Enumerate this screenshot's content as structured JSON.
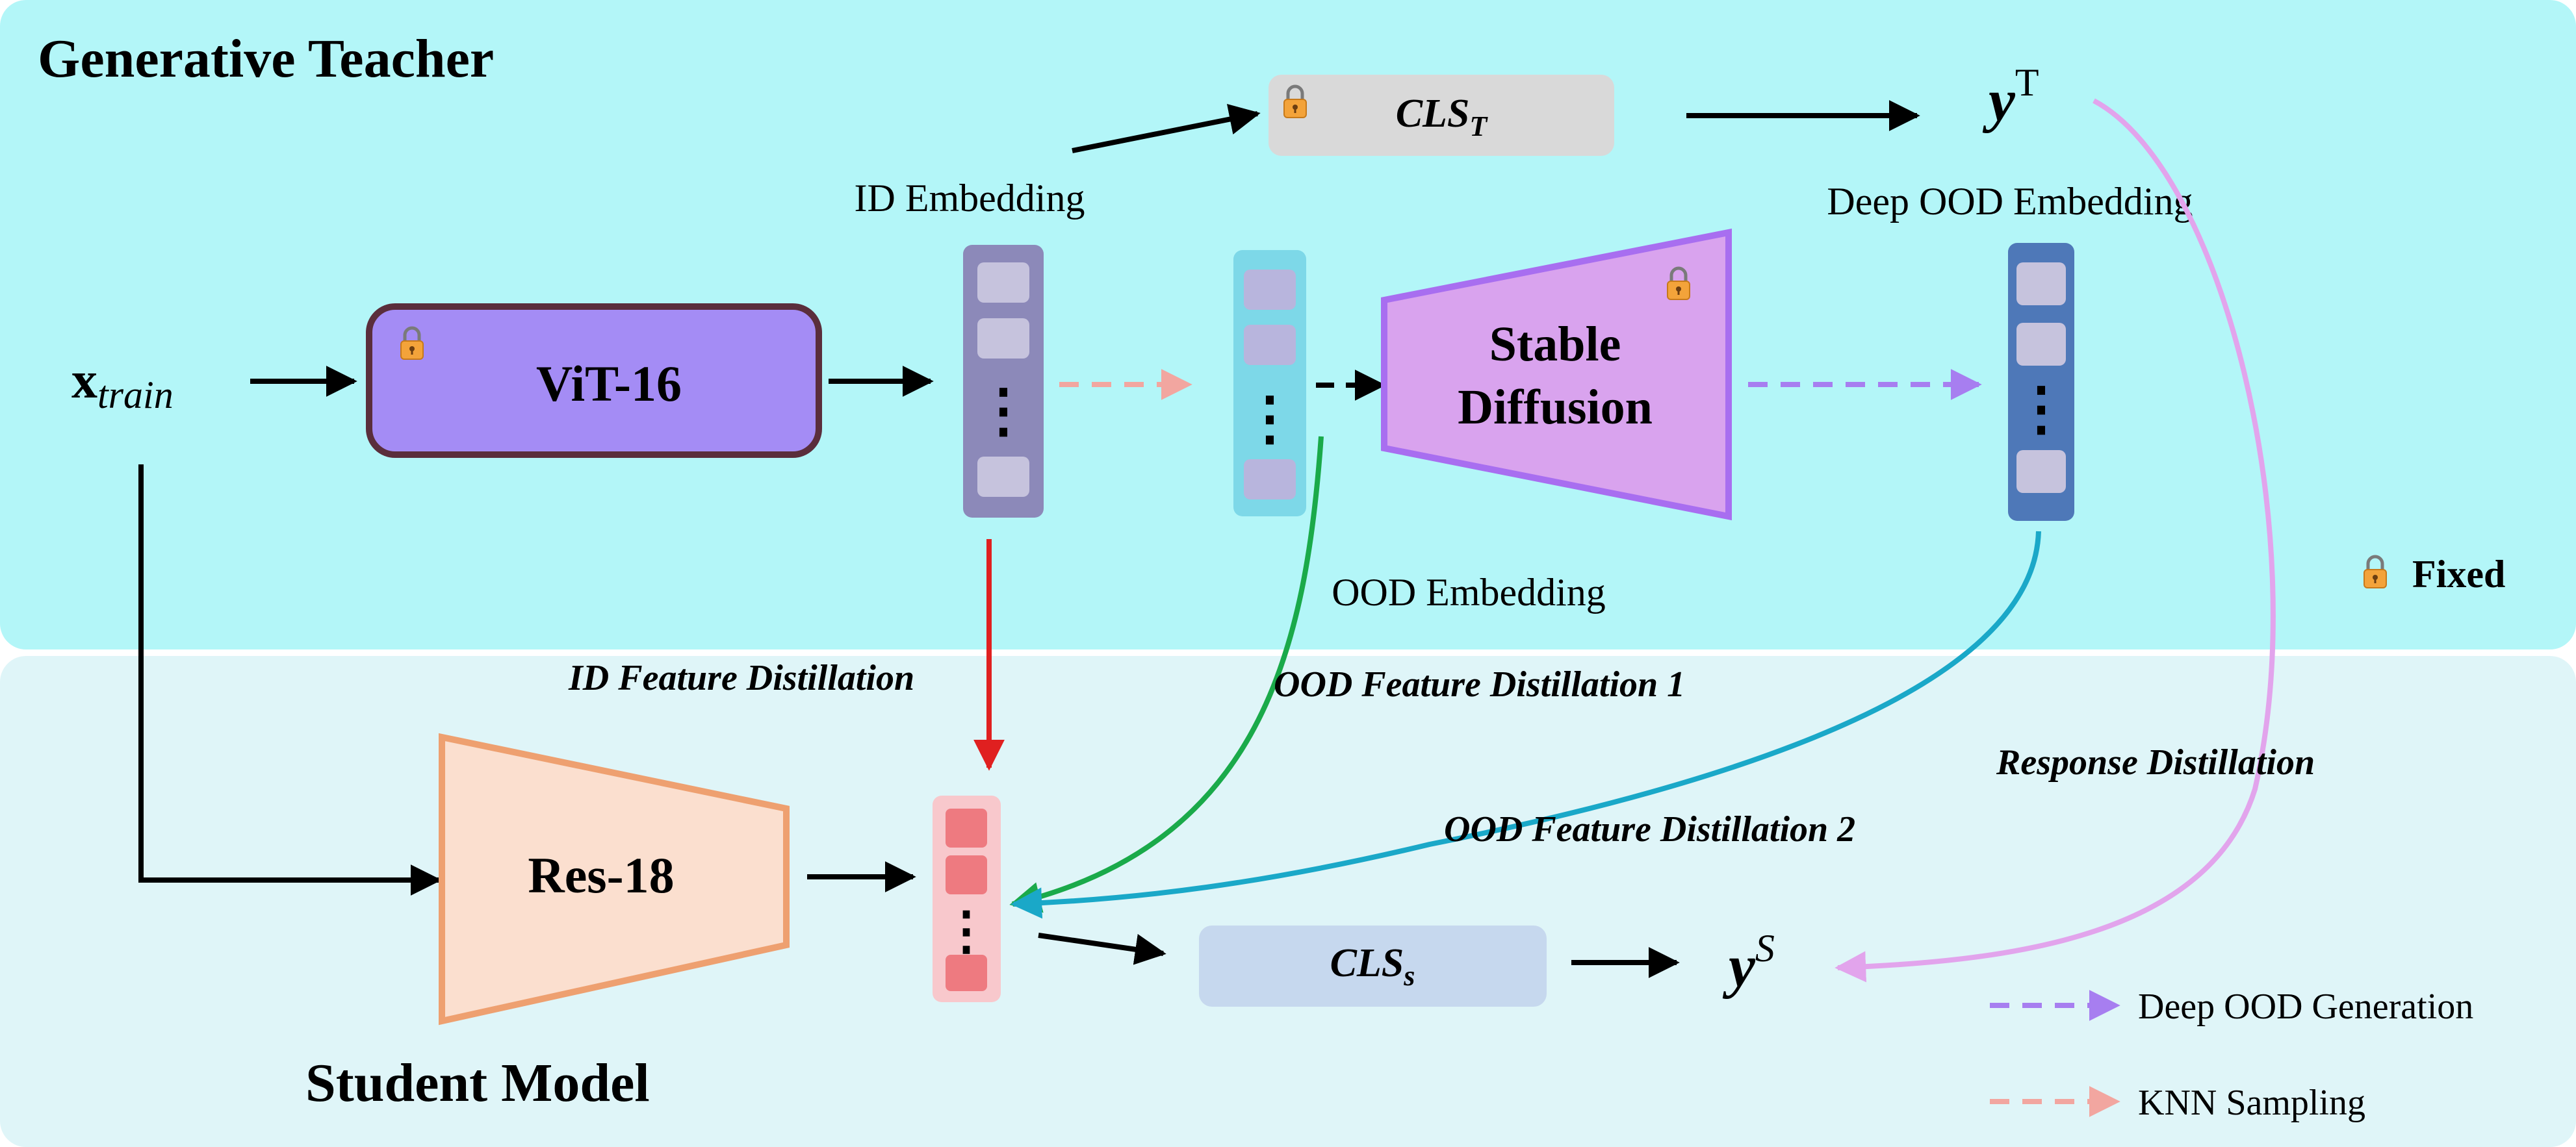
{
  "panels": {
    "teacher_title": "Generative Teacher",
    "student_title": "Student Model"
  },
  "input": {
    "base": "x",
    "sub": "train"
  },
  "blocks": {
    "vit": "ViT-16",
    "stable_diffusion_line1": "Stable",
    "stable_diffusion_line2": "Diffusion",
    "resnet": "Res-18",
    "cls_teacher": {
      "base": "CLS",
      "sub": "T"
    },
    "cls_student": {
      "base": "CLS",
      "sub": "s"
    }
  },
  "outputs": {
    "teacher": {
      "base": "y",
      "sup": "T"
    },
    "student": {
      "base": "y",
      "sup": "S"
    }
  },
  "embeddings": {
    "id": "ID Embedding",
    "ood": "OOD Embedding",
    "deep_ood": "Deep OOD Embedding",
    "dots": "⋮"
  },
  "distillation": {
    "id_feature": "ID Feature Distillation",
    "ood_feature_1": "OOD Feature Distillation 1",
    "ood_feature_2": "OOD Feature Distillation 2",
    "response": "Response Distillation"
  },
  "legend": {
    "fixed": "Fixed",
    "deep_ood_generation": "Deep OOD Generation",
    "knn_sampling": "KNN Sampling"
  },
  "colors": {
    "teacher_bg": "#b3f6f8",
    "student_bg": "#dff5f8",
    "vit_fill": "#a48cf5",
    "vit_stroke": "#5a2e3c",
    "sd_fill": "#d9a3ee",
    "sd_stroke": "#a86ef0",
    "resnet_fill": "#fbdfcf",
    "resnet_stroke": "#eea070",
    "id_embedding": "#8c89b9",
    "ood_embedding": "#7dd8e8",
    "deep_ood_embedding": "#4e78b8",
    "student_embedding": "#f8c8cc",
    "student_cell": "#ee7a80",
    "cls_teacher_bg": "#d9d9d9",
    "cls_student_bg": "#c6d8ee",
    "arrow_id_distill": "#e02020",
    "arrow_ood_1": "#1aaa4a",
    "arrow_ood_2": "#1aa8c8",
    "arrow_response": "#e2a4ec",
    "arrow_deep_ood_gen": "#a77ef0",
    "arrow_knn": "#f2a6a0",
    "lock_body": "#f3a33a"
  }
}
